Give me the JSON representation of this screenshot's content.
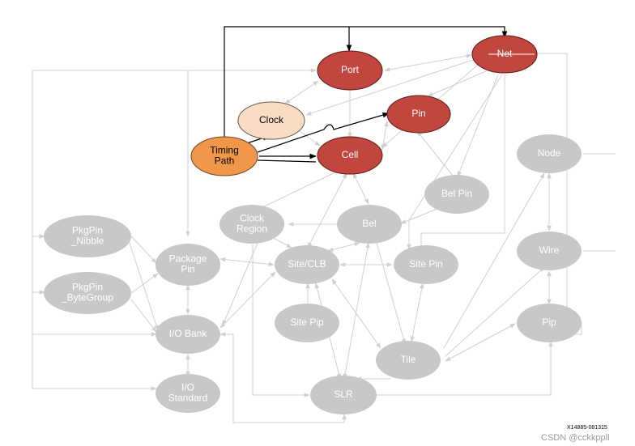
{
  "diagram": {
    "colors": {
      "red": "#c0463e",
      "orange": "#f0974a",
      "peach": "#f9dcc4",
      "grey": "#c8c8c8",
      "grey_text": "#ffffff",
      "edge_grey": "#d0d0d0",
      "edge_black": "#000000"
    },
    "nodes": {
      "port": {
        "lines": [
          "Port"
        ]
      },
      "net": {
        "lines": [
          "Net"
        ]
      },
      "clock": {
        "lines": [
          "Clock"
        ]
      },
      "pin": {
        "lines": [
          "Pin"
        ]
      },
      "timing_path": {
        "lines": [
          "Timing",
          "Path"
        ]
      },
      "cell": {
        "lines": [
          "Cell"
        ]
      },
      "node": {
        "lines": [
          "Node"
        ]
      },
      "bel_pin": {
        "lines": [
          "Bel Pin"
        ]
      },
      "pkgpin_nibble": {
        "lines": [
          "PkgPin",
          "_Nibble"
        ]
      },
      "clock_region": {
        "lines": [
          "Clock",
          "Region"
        ]
      },
      "bel": {
        "lines": [
          "Bel"
        ]
      },
      "package_pin": {
        "lines": [
          "Package",
          "Pin"
        ]
      },
      "site_clb": {
        "lines": [
          "Site/CLB"
        ]
      },
      "site_pin": {
        "lines": [
          "Site Pin"
        ]
      },
      "wire": {
        "lines": [
          "Wire"
        ]
      },
      "pkgpin_bytegroup": {
        "lines": [
          "PkgPin",
          "_ByteGroup"
        ]
      },
      "site_pip": {
        "lines": [
          "Site Pip"
        ]
      },
      "io_bank": {
        "lines": [
          "I/O Bank"
        ]
      },
      "pip": {
        "lines": [
          "Pip"
        ]
      },
      "tile": {
        "lines": [
          "Tile"
        ]
      },
      "io_standard": {
        "lines": [
          "I/O",
          "Standard"
        ]
      },
      "slr": {
        "lines": [
          "SLR"
        ]
      }
    }
  },
  "footer": {
    "figure_id": "X14885-081315",
    "credit": "CSDN @cckkppll"
  }
}
